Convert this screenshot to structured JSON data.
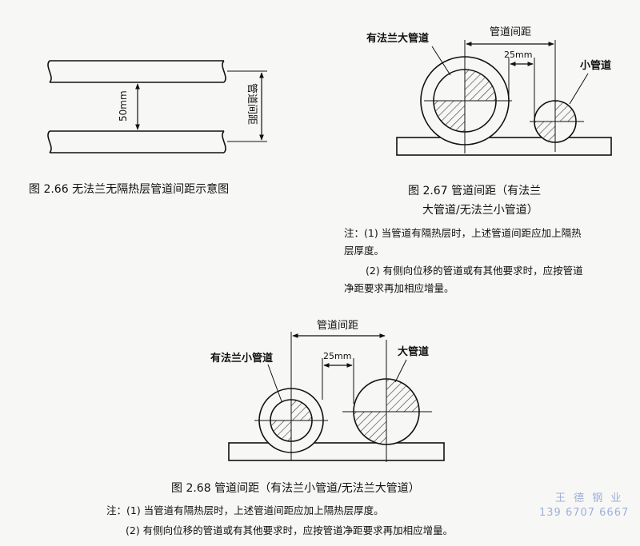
{
  "fig66": {
    "caption": "图 2.66   无法兰无隔热层管道间距示意图",
    "dim_label": "50mm",
    "spacing_label": "管道间距"
  },
  "fig67": {
    "caption_line1": "图 2.67   管道间距（有法兰",
    "caption_line2": "大管道/无法兰小管道）",
    "spacing_label": "管道间距",
    "gap_label": "25mm",
    "big_pipe_label": "有法兰大管道",
    "small_pipe_label": "小管道",
    "note1_line1": "注：(1) 当管道有隔热层时，上述管道间距应加上隔热",
    "note1_line2": "层厚度。",
    "note2_line1": "(2) 有侧向位移的管道或有其他要求时，应按管道",
    "note2_line2": "净距要求再加相应增量。"
  },
  "fig68": {
    "caption": "图 2.68   管道间距（有法兰小管道/无法兰大管道）",
    "spacing_label": "管道间距",
    "gap_label": "25mm",
    "small_pipe_label": "有法兰小管道",
    "big_pipe_label": "大管道",
    "note1": "注：(1) 当管道有隔热层时，上述管道间距应加上隔热层厚度。",
    "note2": "(2) 有侧向位移的管道或有其他要求时，应按管道净距要求再加相应增量。"
  },
  "watermark": {
    "line1": "王 德 钢 业",
    "line2": "139 6707 6667"
  }
}
